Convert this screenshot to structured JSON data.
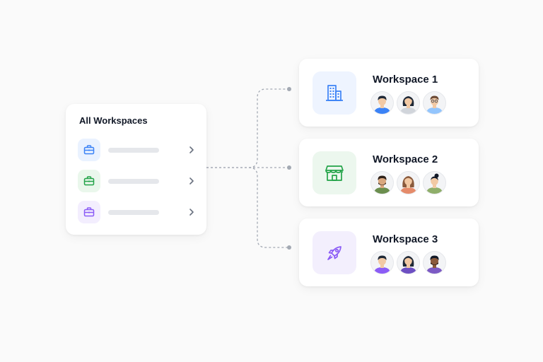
{
  "all_workspaces": {
    "title": "All Workspaces",
    "items": [
      {
        "icon": "briefcase-icon",
        "color": "#3b82f6",
        "bg": "#eaf2ff"
      },
      {
        "icon": "briefcase-icon",
        "color": "#22a348",
        "bg": "#eaf7ec"
      },
      {
        "icon": "briefcase-icon",
        "color": "#8b5cf6",
        "bg": "#f3eefe"
      }
    ]
  },
  "workspaces": [
    {
      "title": "Workspace 1",
      "icon": "building-icon",
      "color": "#3b82f6",
      "bg": "#eef4ff"
    },
    {
      "title": "Workspace 2",
      "icon": "storefront-icon",
      "color": "#22a348",
      "bg": "#ecf7ee"
    },
    {
      "title": "Workspace 3",
      "icon": "rocket-icon",
      "color": "#8b5cf6",
      "bg": "#f3effd"
    }
  ],
  "colors": {
    "connector": "#a0a6b0",
    "bar": "#e5e7eb",
    "chevron": "#6b7280"
  }
}
